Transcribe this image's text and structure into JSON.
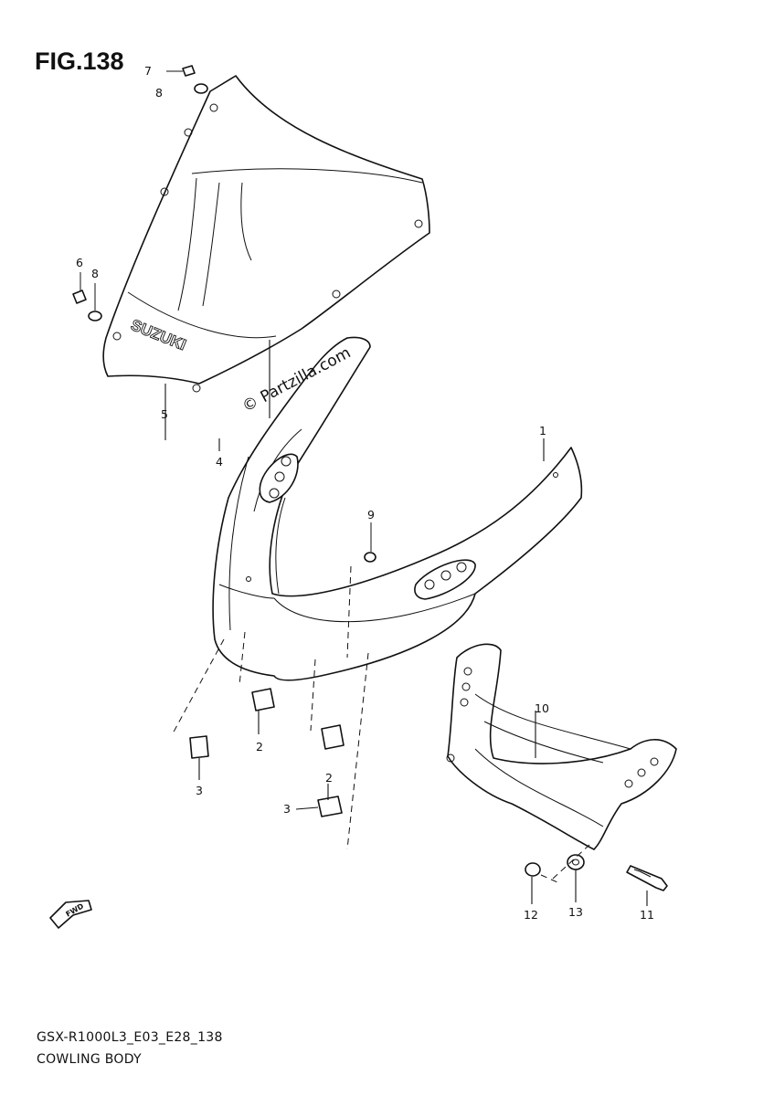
{
  "figure": {
    "title": "FIG.138"
  },
  "watermark": "© Partzilla.com",
  "brand_text": "SUZUKI",
  "fwd_label": "FWD",
  "callouts": {
    "c1": "1",
    "c2a": "2",
    "c2b": "2",
    "c3a": "3",
    "c3b": "3",
    "c4": "4",
    "c5": "5",
    "c6": "6",
    "c7": "7",
    "c8a": "8",
    "c8b": "8",
    "c9": "9",
    "c10": "10",
    "c11": "11",
    "c12": "12",
    "c13": "13"
  },
  "footer": {
    "code": "GSX-R1000L3_E03_E28_138",
    "name": "COWLING BODY"
  }
}
